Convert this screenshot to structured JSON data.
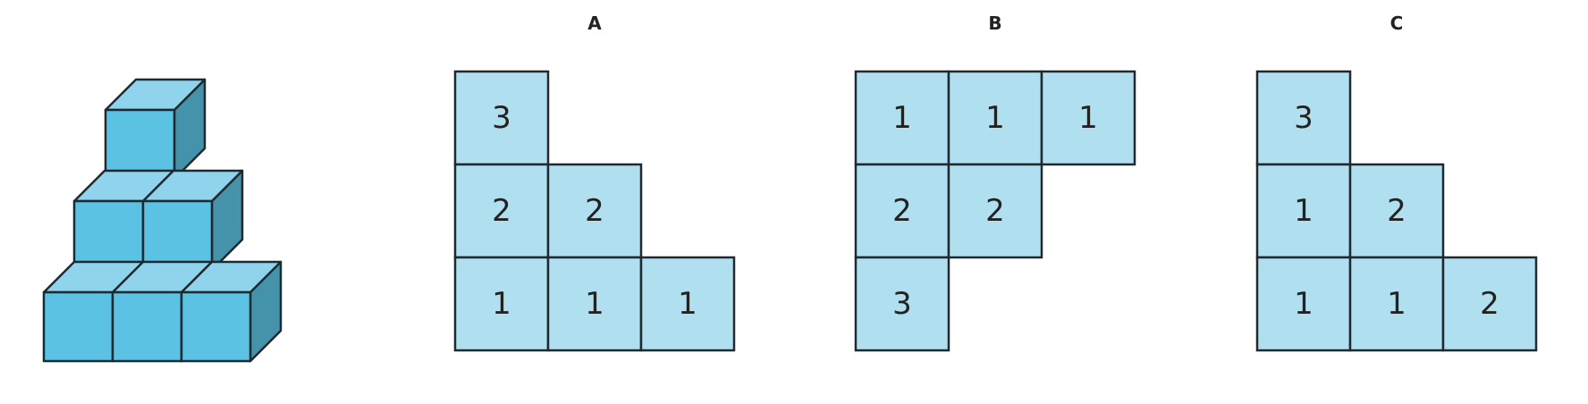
{
  "colors": {
    "cube_front": "#5bc2e3",
    "cube_top": "#8fd4ec",
    "cube_side": "#4593ab",
    "grid_fill": "#b0e0f0",
    "stroke": "#1f2a30"
  },
  "cube_stack": {
    "rows": [
      {
        "cubes": 3
      },
      {
        "cubes": 2
      },
      {
        "cubes": 1
      }
    ]
  },
  "options": [
    {
      "label": "A",
      "grid": [
        [
          "3",
          "",
          ""
        ],
        [
          "2",
          "2",
          ""
        ],
        [
          "1",
          "1",
          "1"
        ]
      ]
    },
    {
      "label": "B",
      "grid": [
        [
          "1",
          "1",
          "1"
        ],
        [
          "2",
          "2",
          ""
        ],
        [
          "3",
          "",
          ""
        ]
      ]
    },
    {
      "label": "C",
      "grid": [
        [
          "3",
          "",
          ""
        ],
        [
          "1",
          "2",
          ""
        ],
        [
          "1",
          "1",
          "2"
        ]
      ]
    }
  ]
}
